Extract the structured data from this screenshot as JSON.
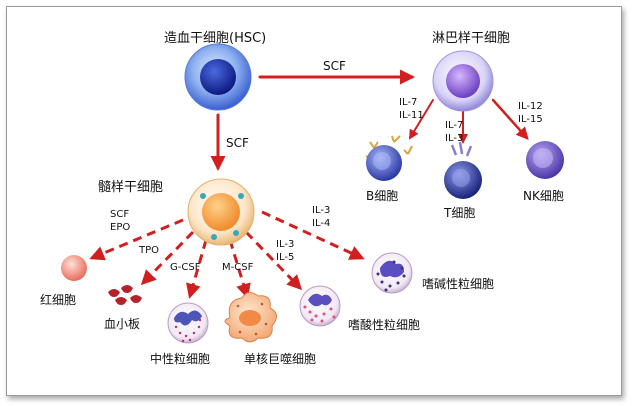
{
  "nodes": {
    "hsc": "造血干细胞(HSC)",
    "lymphoid": "淋巴样干细胞",
    "myeloid": "髓样干细胞",
    "b_cell": "B细胞",
    "t_cell": "T细胞",
    "nk_cell": "NK细胞",
    "rbc": "红细胞",
    "platelet": "血小板",
    "neutrophil": "中性粒细胞",
    "monocyte": "单核巨噬细胞",
    "eosinophil": "嗜酸性粒细胞",
    "basophil": "嗜碱性粒细胞"
  },
  "factors": {
    "hsc_to_lymphoid": "SCF",
    "hsc_to_myeloid": "SCF",
    "to_b_1": "IL-7",
    "to_b_2": "IL-11",
    "to_t_1": "IL-7",
    "to_t_2": "IL-3",
    "to_nk_1": "IL-12",
    "to_nk_2": "IL-15",
    "to_rbc_1": "SCF",
    "to_rbc_2": "EPO",
    "to_platelet": "TPO",
    "to_neutrophil": "G-CSF",
    "to_monocyte": "M-CSF",
    "to_eos_1": "IL-3",
    "to_eos_2": "IL-5",
    "to_baso_1": "IL-3",
    "to_baso_2": "IL-4"
  },
  "colors": {
    "arrow": "#d11f1f",
    "hsc_core": "#1a2d9c",
    "lymphoid_core": "#8a5fd0",
    "myeloid_core": "#f39a3a",
    "rbc": "#f28a7c"
  }
}
